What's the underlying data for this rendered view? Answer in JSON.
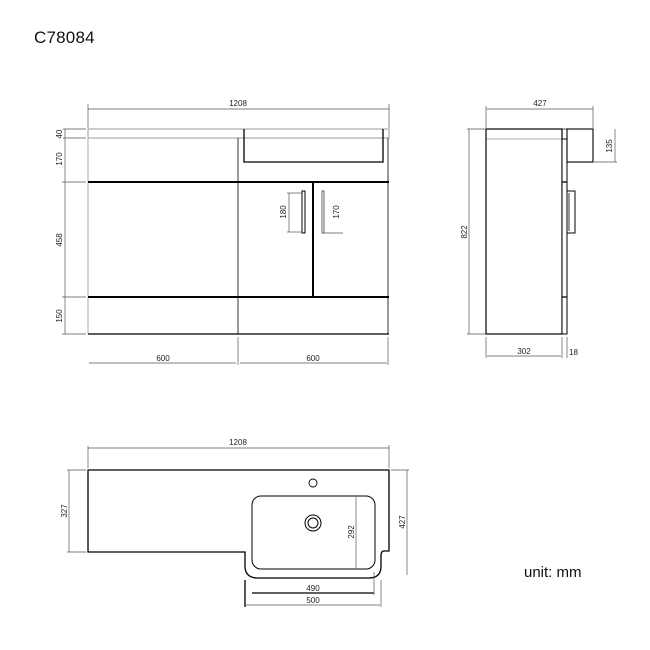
{
  "title": "C78084",
  "unit_label": "unit: mm",
  "front_view": {
    "width_total": "1208",
    "height_top": "40",
    "height_upper": "170",
    "height_middle": "458",
    "height_bottom": "150",
    "width_left": "600",
    "width_right": "600",
    "handle_left": "180",
    "handle_right": "170"
  },
  "side_view": {
    "depth_total": "427",
    "height_total": "822",
    "basin_height": "135",
    "body_depth": "302",
    "door_thickness": "18"
  },
  "top_view": {
    "width_total": "1208",
    "depth_left": "327",
    "depth_right": "427",
    "basin_inner_depth": "292",
    "basin_inner_width": "490",
    "basin_outer_width": "500"
  }
}
